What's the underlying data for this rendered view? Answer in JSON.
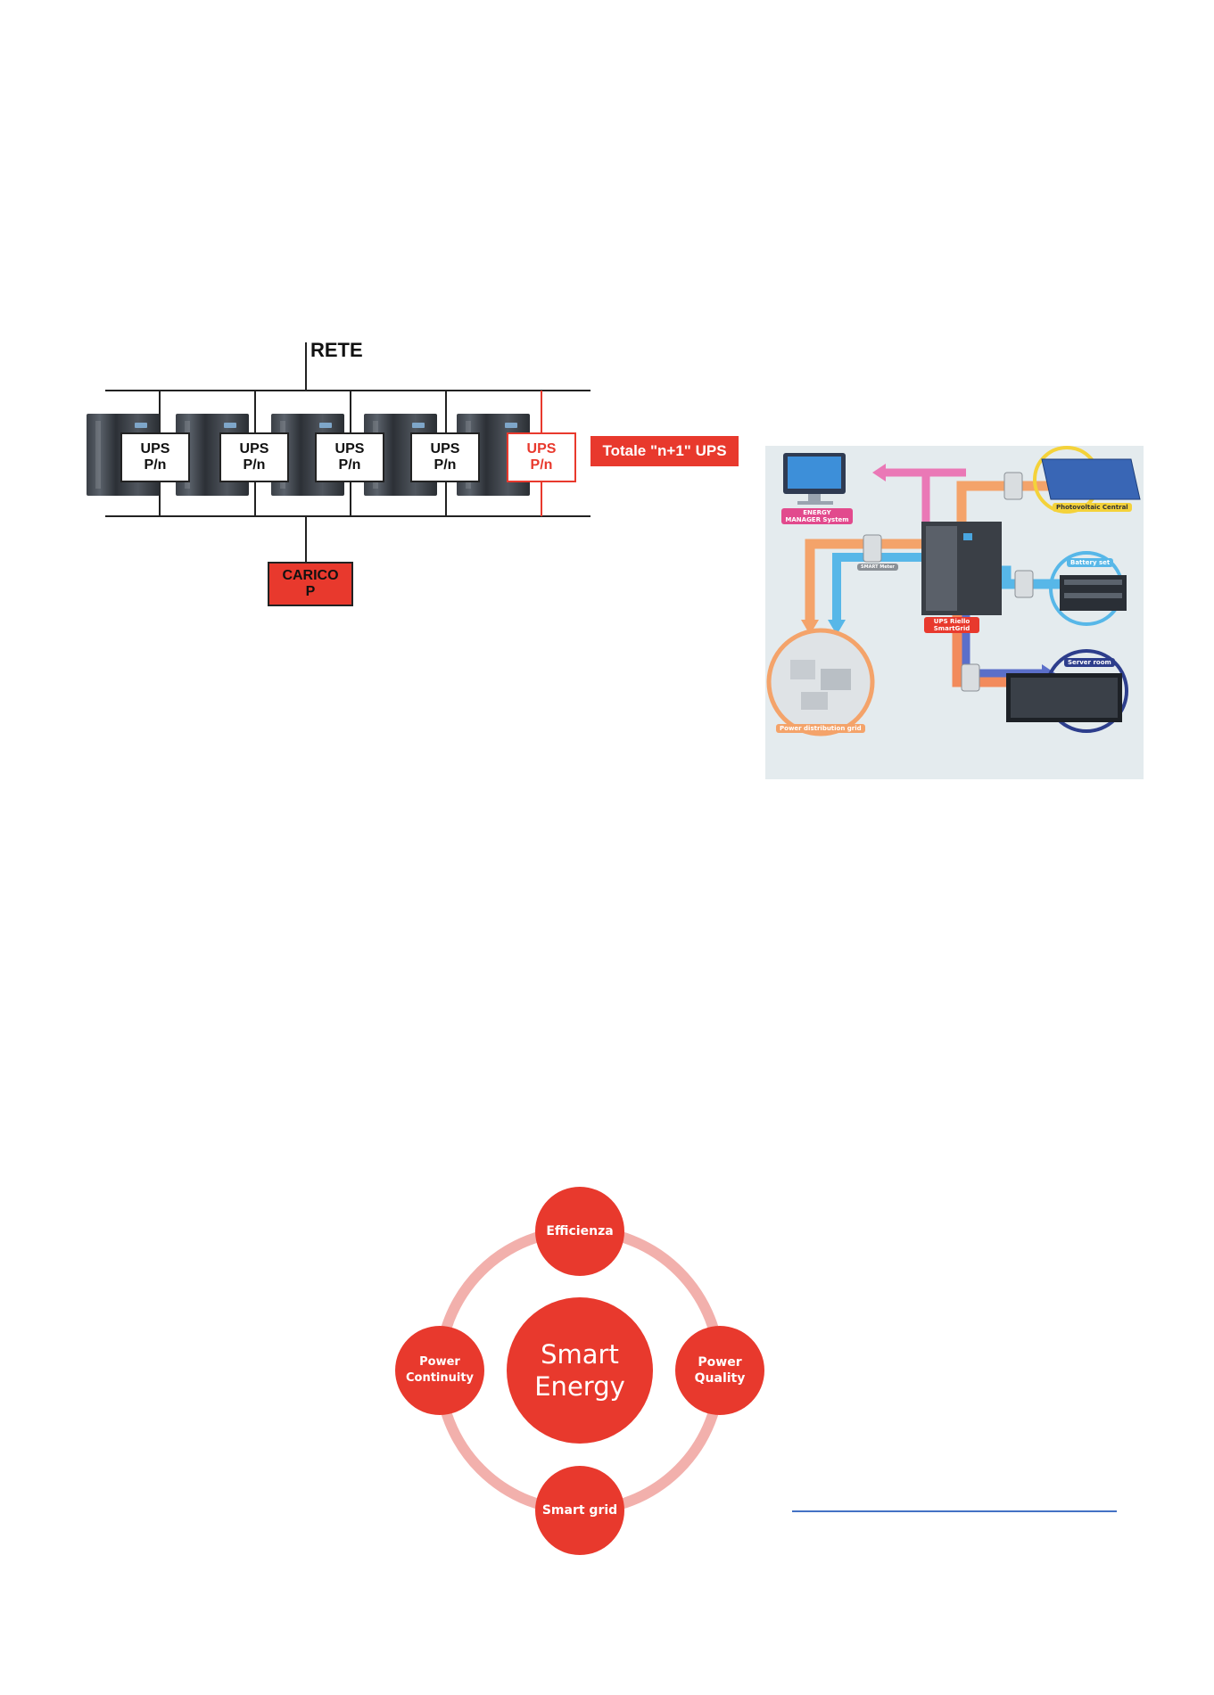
{
  "ups_diagram": {
    "rete_label": "RETE",
    "ups_units": [
      {
        "line1": "UPS",
        "line2": "P/n"
      },
      {
        "line1": "UPS",
        "line2": "P/n"
      },
      {
        "line1": "UPS",
        "line2": "P/n"
      },
      {
        "line1": "UPS",
        "line2": "P/n"
      },
      {
        "line1": "UPS",
        "line2": "P/n"
      }
    ],
    "total_label": "Totale \"n+1\" UPS",
    "load_label_line1": "CARICO",
    "load_label_line2": "P"
  },
  "smartgrid_infographic": {
    "energy_manager_label": "ENERGY MANAGER System",
    "photovoltaic_label": "Photovoltaic Central",
    "battery_label": "Battery set",
    "server_room_label": "Server room",
    "power_grid_label": "Power distribution grid",
    "ups_label": "UPS Riello SmartGrid",
    "meter_label": "SMART Meter"
  },
  "smart_energy": {
    "center_line1": "Smart",
    "center_line2": "Energy",
    "nodes": {
      "top": "Efficienza",
      "right_line1": "Power",
      "right_line2": "Quality",
      "bottom": "Smart grid",
      "left_line1": "Power",
      "left_line2": "Continuity"
    }
  },
  "colors": {
    "brand_red": "#e8392d",
    "ring_pink": "#f2b0ac",
    "link_blue": "#4472c4"
  }
}
